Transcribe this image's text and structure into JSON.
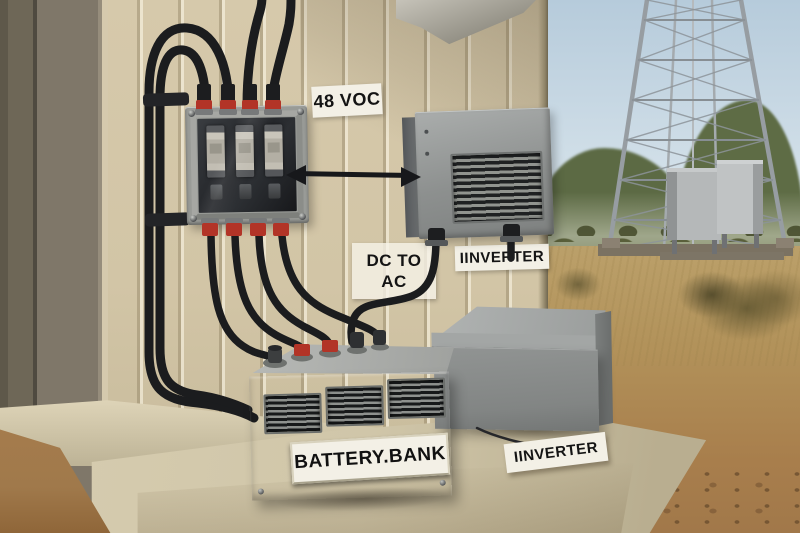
{
  "labels": {
    "voltage": "48 VOC",
    "converter_line1": "DC TO",
    "converter_line2": "AC",
    "inverter_wall": "IINVERTER",
    "battery_bank": "BATTERY.BANK",
    "inverter_placard": "IINVERTER"
  },
  "icons": {
    "flow_arrow": "double-headed-arrow"
  },
  "colors": {
    "wall": "#d6c9ab",
    "wall-shadow": "#746c5c",
    "sky-top": "#b6cbdb",
    "sky-bottom": "#dde8ee",
    "hill": "#5c6a44",
    "scrub": "#4c5232",
    "field": "#b2925a",
    "dirt": "#a0794b",
    "concrete": "#d0c6a9",
    "metal": "#8f9291",
    "metal-dark": "#6d706f",
    "metal-light": "#b2b5b4",
    "cable": "#1b1c1e",
    "gland-red": "#b23427",
    "label-bg": "#f3f0e6",
    "label-text": "#141414",
    "tower": "#979da2",
    "window": "#24262a"
  }
}
